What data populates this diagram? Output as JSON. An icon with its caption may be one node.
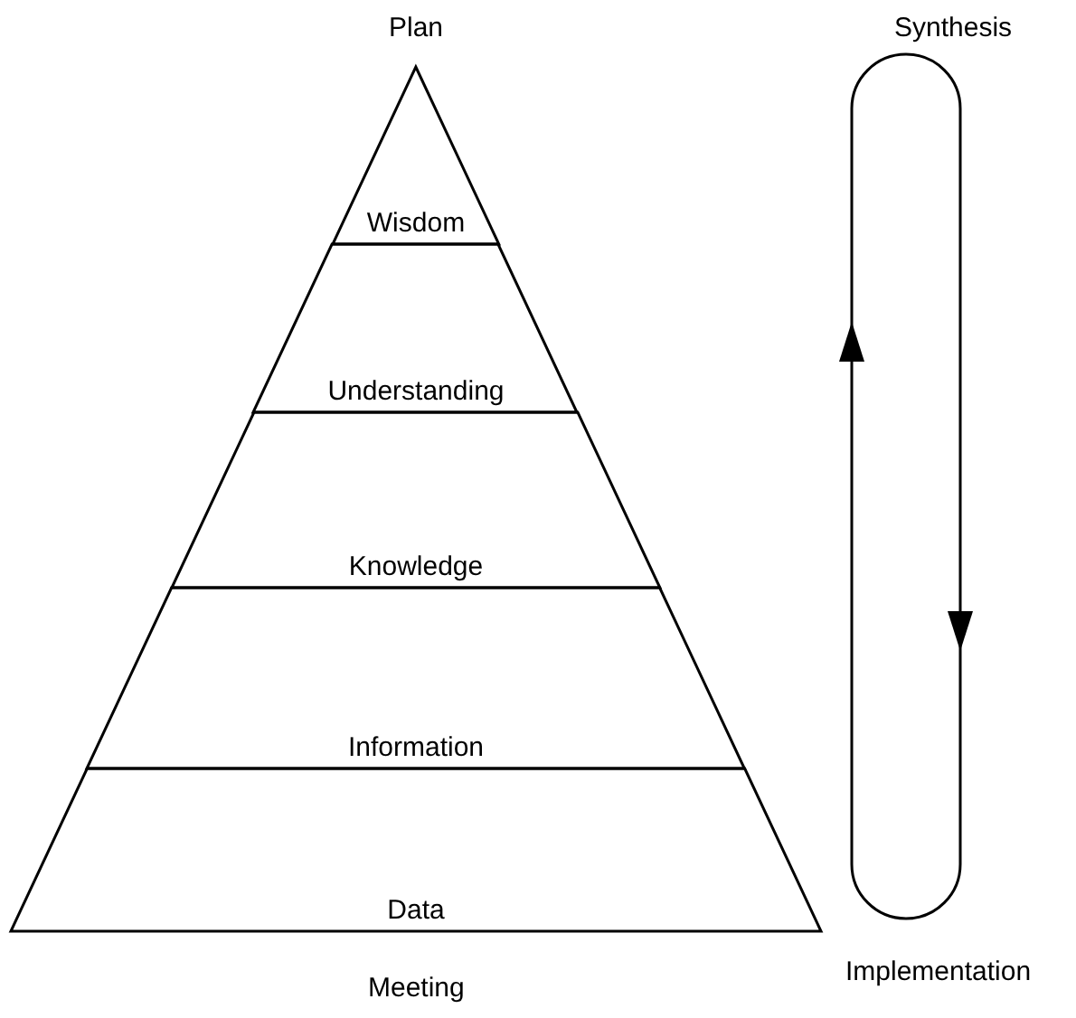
{
  "diagram": {
    "nodes": [
      {
        "text": [
          "Wisdom"
        ]
      },
      {
        "text": [
          "Understanding"
        ]
      },
      {
        "text": [
          "Knowledge"
        ]
      },
      {
        "text": [
          "Information"
        ]
      },
      {
        "text": [
          "Data"
        ]
      },
      {
        "text": [
          "Synthesis"
        ]
      },
      {
        "text": [
          "Implementation"
        ]
      }
    ],
    "edges": [
      {
        "from": 6,
        "to": 5,
        "arrow": "to"
      },
      {
        "from": 5,
        "to": 6,
        "arrow": "to"
      }
    ],
    "labels": [
      "Plan",
      "Meeting"
    ]
  }
}
